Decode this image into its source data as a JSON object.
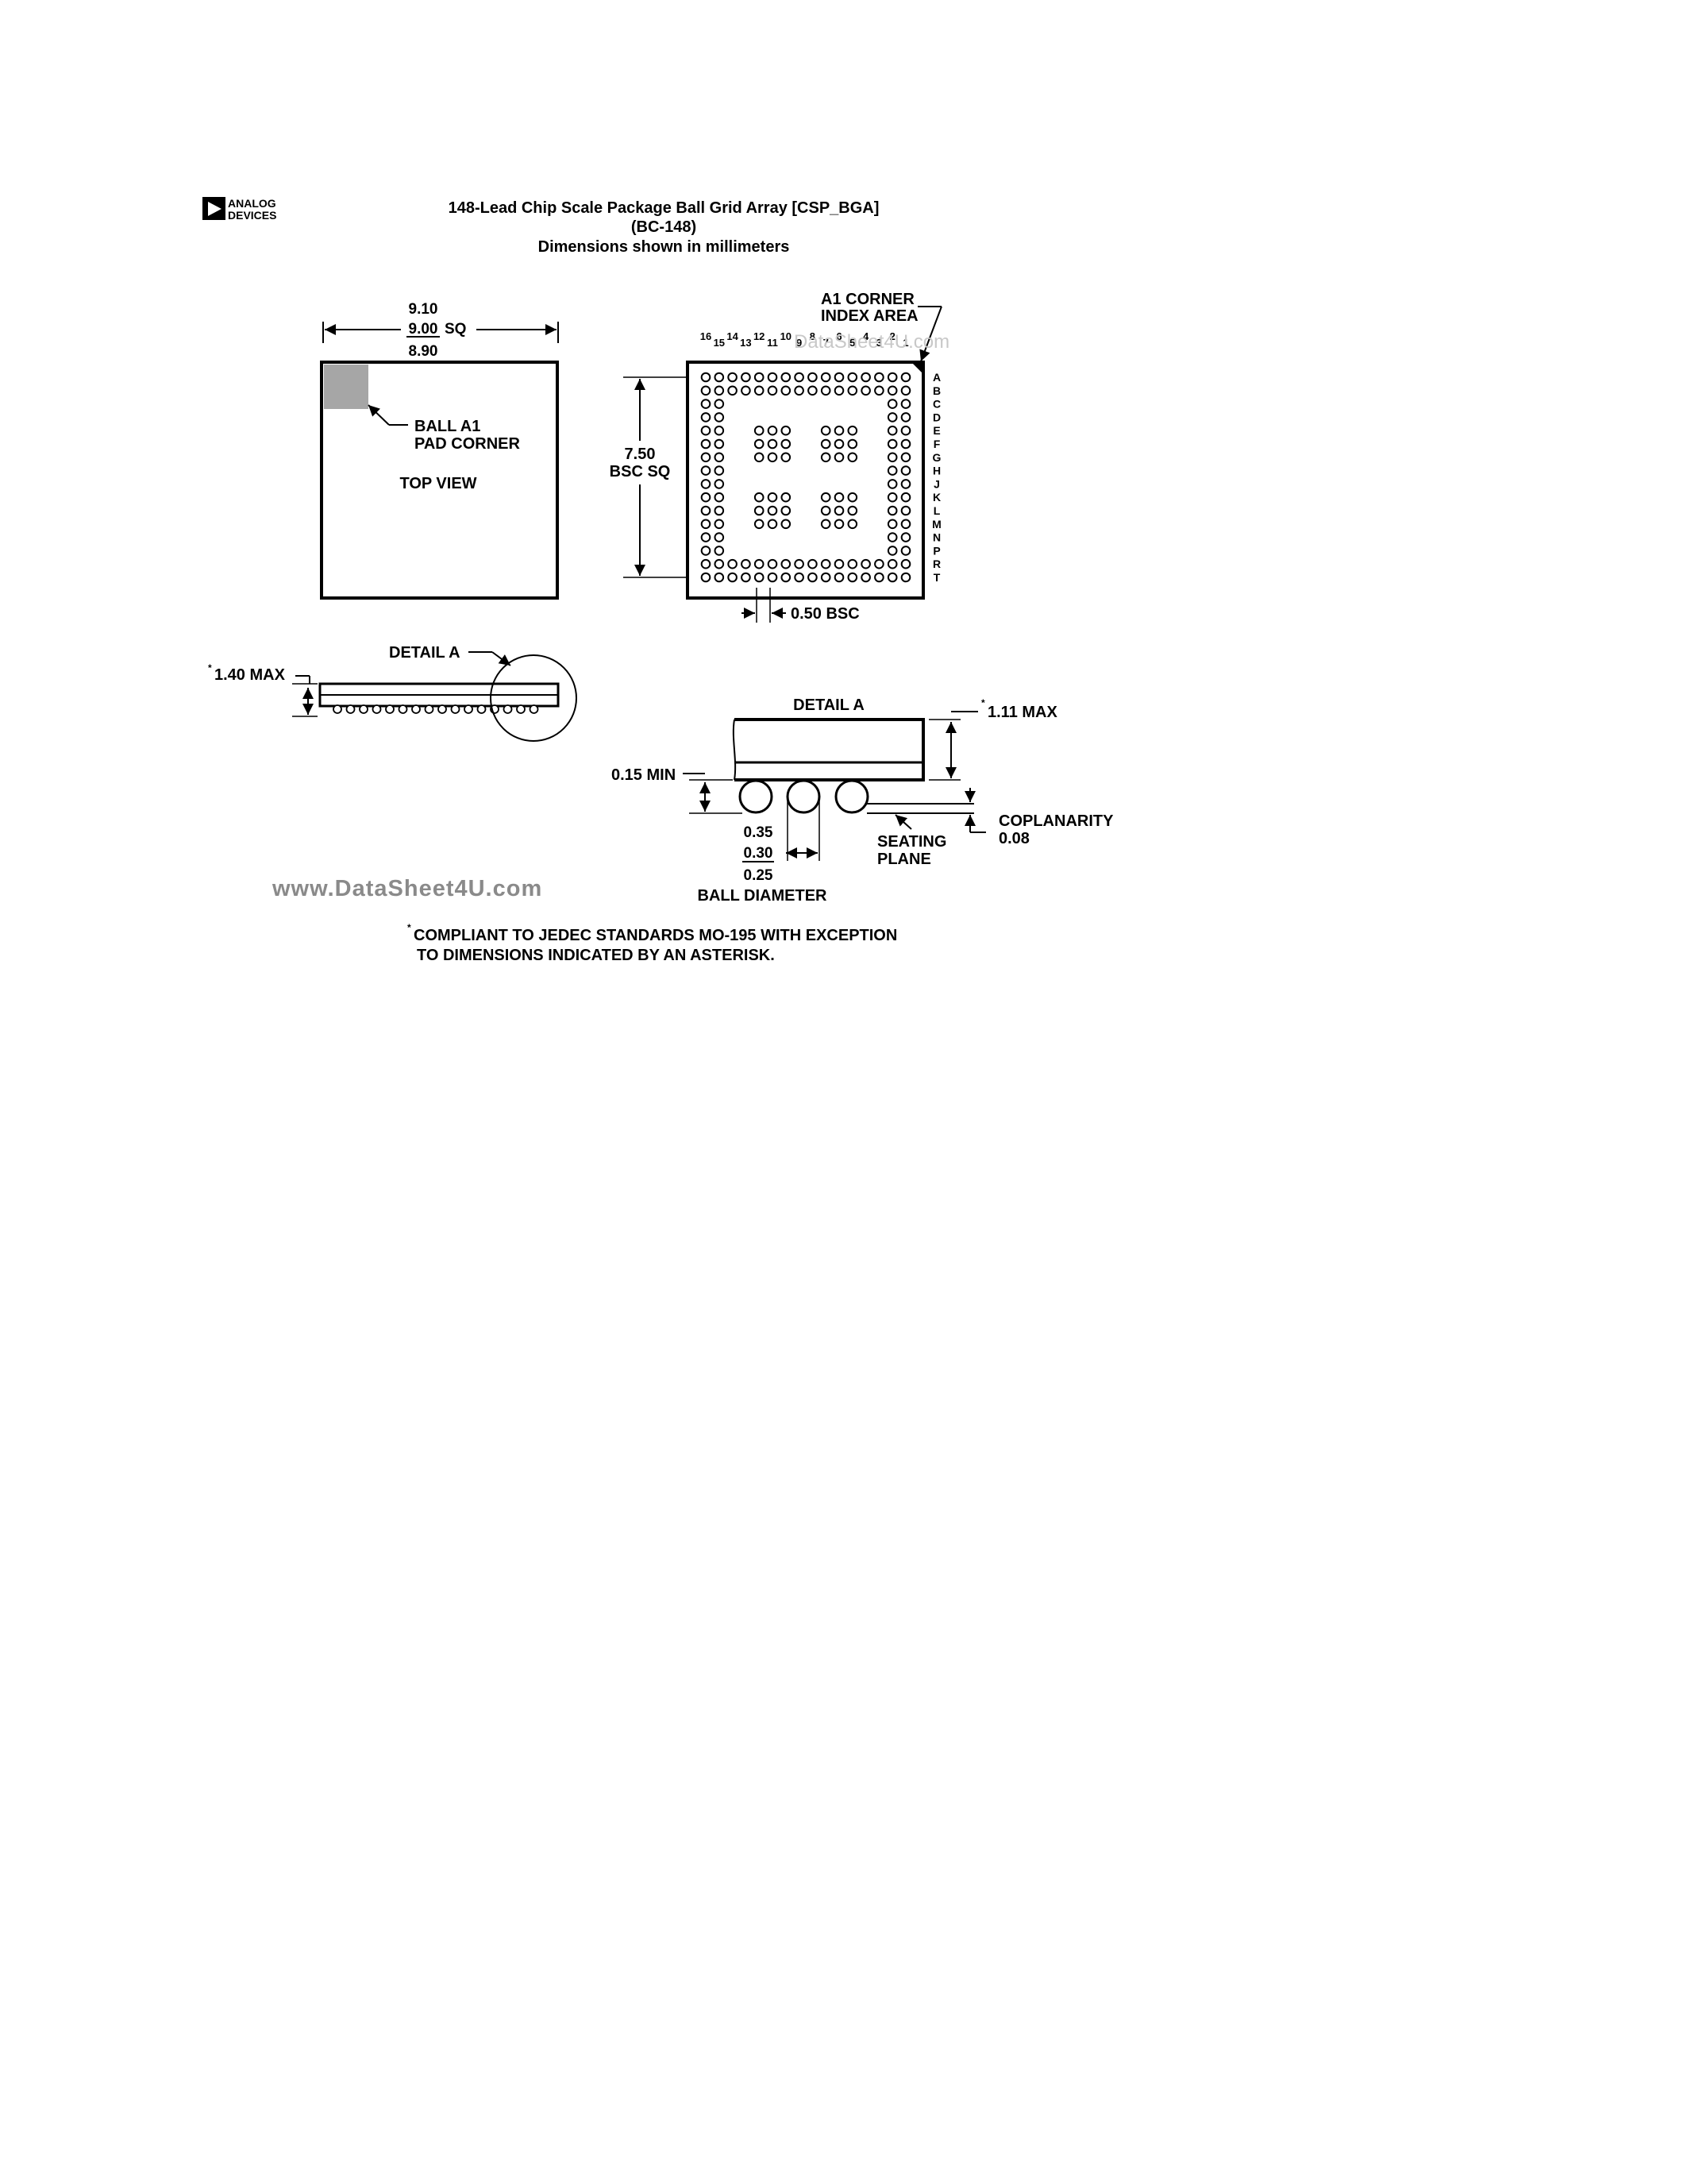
{
  "logo": {
    "line1": "ANALOG",
    "line2": "DEVICES"
  },
  "title": {
    "line1": "148-Lead Chip Scale Package Ball Grid Array [CSP_BGA]",
    "line2": "(BC-148)",
    "line3": "Dimensions shown in millimeters"
  },
  "top_view": {
    "dim_max": "9.10",
    "dim_nom": "9.00",
    "dim_sq": "SQ",
    "dim_min": "8.90",
    "ball_a1_line1": "BALL A1",
    "ball_a1_line2": "PAD CORNER",
    "view_label": "TOP VIEW"
  },
  "bottom_view": {
    "a1_line1": "A1 CORNER",
    "a1_line2": "INDEX AREA",
    "col_labels": [
      "16",
      "15",
      "14",
      "13",
      "12",
      "11",
      "10",
      "9",
      "8",
      "7",
      "6",
      "5",
      "4",
      "3",
      "2",
      "1"
    ],
    "row_labels": [
      "A",
      "B",
      "C",
      "D",
      "E",
      "F",
      "G",
      "H",
      "J",
      "K",
      "L",
      "M",
      "N",
      "P",
      "R",
      "T"
    ],
    "span_value": "7.50",
    "span_label": "BSC SQ",
    "pitch": "0.50 BSC",
    "ball_count": 148
  },
  "side_view": {
    "height_star": "*",
    "height": "1.40 MAX",
    "detail_label": "DETAIL A"
  },
  "detail_a": {
    "title": "DETAIL A",
    "body_height_star": "*",
    "body_height": "1.11 MAX",
    "standoff": "0.15 MIN",
    "ball_dia_max": "0.35",
    "ball_dia_nom": "0.30",
    "ball_dia_min": "0.25",
    "ball_dia_label": "BALL DIAMETER",
    "seating_line1": "SEATING",
    "seating_line2": "PLANE",
    "coplanarity_label": "COPLANARITY",
    "coplanarity_value": "0.08"
  },
  "watermark": {
    "main": "www.DataSheet4U.com",
    "faint": "DataSheet4U.com"
  },
  "footnote": {
    "star": "*",
    "line1": "COMPLIANT TO JEDEC STANDARDS MO-195 WITH EXCEPTION",
    "line2": "TO DIMENSIONS INDICATED BY AN ASTERISK."
  }
}
